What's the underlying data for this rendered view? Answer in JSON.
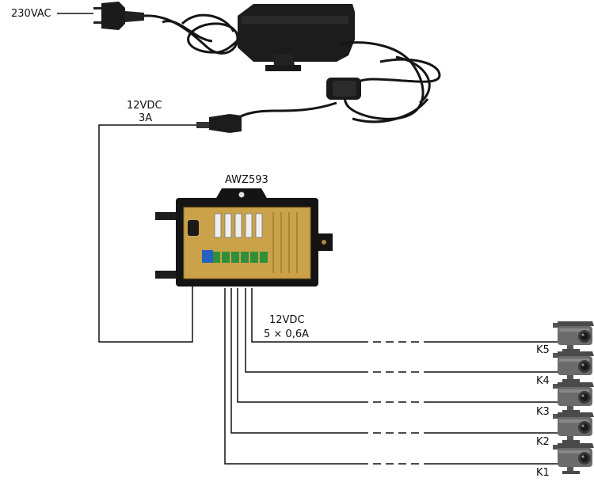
{
  "labels": {
    "mains": "230VAC",
    "psu_out_voltage": "12VDC",
    "psu_out_current": "3A",
    "unit": "AWZ593",
    "out_voltage": "12VDC",
    "out_spec": "5 × 0,6A"
  },
  "cameras": [
    {
      "label": "K5"
    },
    {
      "label": "K4"
    },
    {
      "label": "K3"
    },
    {
      "label": "K2"
    },
    {
      "label": "K1"
    }
  ],
  "colors": {
    "wire": "#111111",
    "adapter": "#1c1c1c",
    "enclosure": "#141414",
    "pcb": "#c9a24a",
    "terminal": "#2f8f3a",
    "camera": "#6b6b6b"
  }
}
